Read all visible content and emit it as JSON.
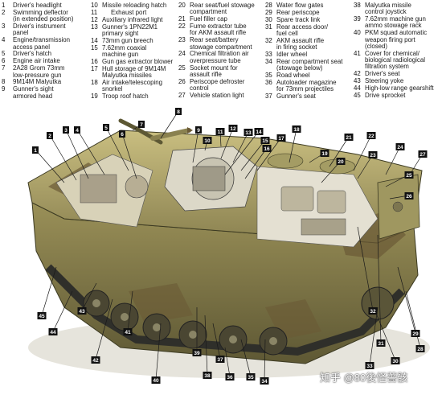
{
  "legend": {
    "columns": [
      [
        {
          "num": "1",
          "text": "Driver's headlight"
        },
        {
          "num": "2",
          "text": "Swimming deflector\n(in extended position)"
        },
        {
          "num": "3",
          "text": "Driver's instrument\npanel"
        },
        {
          "num": "4",
          "text": "Engine/transmission\naccess panel"
        },
        {
          "num": "5",
          "text": "Driver's hatch"
        },
        {
          "num": "6",
          "text": "Engine air intake"
        },
        {
          "num": "7",
          "text": "2A28 Grom 73mm\nlow-pressure gun"
        },
        {
          "num": "8",
          "text": "9M14M Malyutka"
        },
        {
          "num": "9",
          "text": "Gunner's sight\narmored head"
        }
      ],
      [
        {
          "num": "10",
          "text": "Missile reloading hatch"
        },
        {
          "num": "11",
          "text": "     Exhaust port"
        },
        {
          "num": "12",
          "text": "Auxiliary infrared light"
        },
        {
          "num": "13",
          "text": "Gunner's 1PN22M1\nprimary sight"
        },
        {
          "num": "14",
          "text": "73mm gun breech"
        },
        {
          "num": "15",
          "text": "7.62mm coaxial\nmachine gun"
        },
        {
          "num": "16",
          "text": "Gun gas extractor blower"
        },
        {
          "num": "17",
          "text": "Hull storage of 9M14M\nMalyutka missiles"
        },
        {
          "num": "18",
          "text": "Air intake/telescoping\nsnorkel"
        },
        {
          "num": "19",
          "text": "Troop roof hatch"
        }
      ],
      [
        {
          "num": "20",
          "text": "Rear seat/fuel stowage\ncompartment"
        },
        {
          "num": "21",
          "text": "Fuel filler cap"
        },
        {
          "num": "22",
          "text": "Fume extractor tube\nfor AKM assault rifle"
        },
        {
          "num": "23",
          "text": "Rear seat/battery\nstowage compartment"
        },
        {
          "num": "24",
          "text": "Chemical filtration air\noverpressure tube"
        },
        {
          "num": "25",
          "text": "Socket mount for\nassault rifle"
        },
        {
          "num": "26",
          "text": "Periscope defroster\ncontrol"
        },
        {
          "num": "27",
          "text": "Vehicle station light"
        }
      ],
      [
        {
          "num": "28",
          "text": "Water flow gates"
        },
        {
          "num": "29",
          "text": "Rear periscope"
        },
        {
          "num": "30",
          "text": "Spare track link"
        },
        {
          "num": "31",
          "text": "Rear access door/\nfuel cell"
        },
        {
          "num": "32",
          "text": "AKM assault rifle\nin firing socket"
        },
        {
          "num": "33",
          "text": "Idler wheel"
        },
        {
          "num": "34",
          "text": "Rear compartment seat\n(stowage below)"
        },
        {
          "num": "35",
          "text": "Road wheel"
        },
        {
          "num": "36",
          "text": "Autoloader magazine\nfor 73mm projectiles"
        },
        {
          "num": "37",
          "text": "Gunner's seat"
        }
      ],
      [
        {
          "num": "38",
          "text": "Malyutka missile\ncontrol joystick"
        },
        {
          "num": "39",
          "text": "7.62mm machine gun\nammo stowage rack"
        },
        {
          "num": "40",
          "text": "PKM squad automatic\nweapon firing port\n(closed)"
        },
        {
          "num": "41",
          "text": "Cover for chemical/\nbiological radiological\nfiltration system"
        },
        {
          "num": "42",
          "text": "Driver's seat"
        },
        {
          "num": "43",
          "text": "Steering yoke"
        },
        {
          "num": "44",
          "text": "High-low range gearshift"
        },
        {
          "num": "45",
          "text": "Drive sprocket"
        }
      ]
    ]
  },
  "callouts": [
    "1",
    "2",
    "3",
    "4",
    "5",
    "6",
    "7",
    "8",
    "9",
    "10",
    "11",
    "12",
    "13",
    "14",
    "15",
    "16",
    "17",
    "18",
    "19",
    "20",
    "21",
    "22",
    "23",
    "24",
    "25",
    "26",
    "27",
    "28",
    "29",
    "30",
    "31",
    "32",
    "33",
    "34",
    "35",
    "36",
    "37",
    "38",
    "39",
    "40",
    "41",
    "42",
    "43",
    "44",
    "45"
  ],
  "colors": {
    "hull_light": "#b8ad6e",
    "hull_mid": "#8c8450",
    "hull_dark": "#5c5632",
    "camo_brown": "#6b5a36",
    "track": "#3a3a34",
    "interior": "#d8d4c4"
  },
  "watermark": "知乎 @80後怪薔骸"
}
